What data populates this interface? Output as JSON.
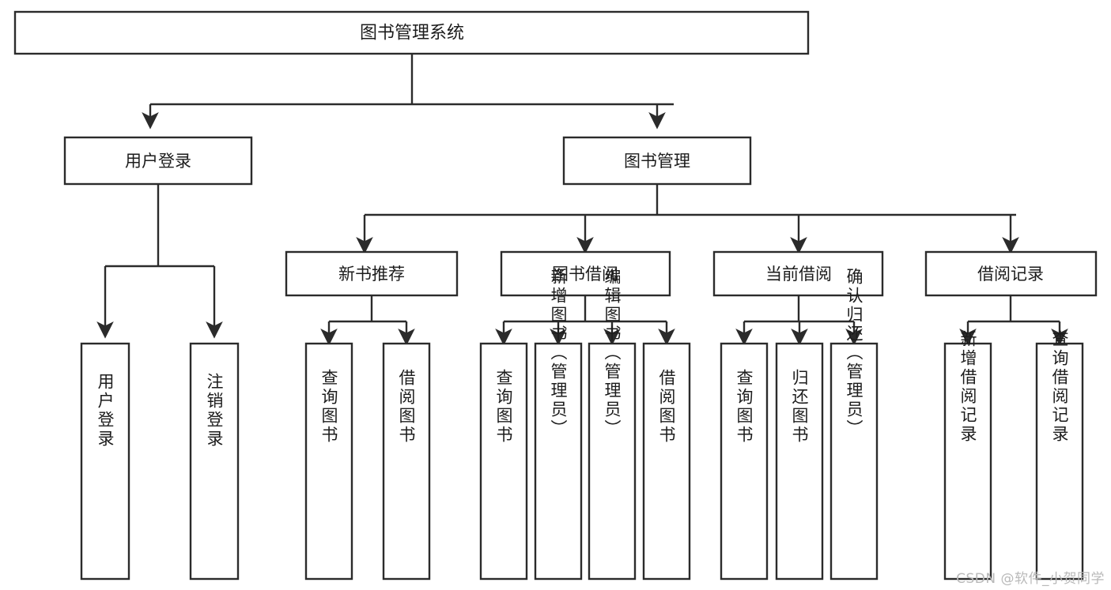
{
  "diagram": {
    "type": "tree",
    "title": "图书管理系统",
    "background_color": "#ffffff",
    "line_color": "#2b2b2b",
    "text_color": "#1c1c1c",
    "root": {
      "label": "图书管理系统"
    },
    "level2": [
      {
        "label": "用户登录"
      },
      {
        "label": "图书管理"
      }
    ],
    "level3": [
      {
        "label": "新书推荐"
      },
      {
        "label": "图书借阅"
      },
      {
        "label": "当前借阅"
      },
      {
        "label": "借阅记录"
      }
    ],
    "leaves": {
      "user_login": [
        {
          "label": "用户登录"
        },
        {
          "label": "注销登录"
        }
      ],
      "new_book_recommend": [
        {
          "label": "查询图书"
        },
        {
          "label": "借阅图书"
        }
      ],
      "book_borrow": [
        {
          "label": "查询图书"
        },
        {
          "label": "新增图书（管理员）"
        },
        {
          "label": "编辑图书（管理员）"
        },
        {
          "label": "借阅图书"
        }
      ],
      "current_borrow": [
        {
          "label": "查询图书"
        },
        {
          "label": "归还图书"
        },
        {
          "label": "确认归还（管理员）"
        }
      ],
      "borrow_record": [
        {
          "label": "新增借阅记录"
        },
        {
          "label": "查询借阅记录"
        }
      ]
    }
  },
  "watermark": {
    "text": "CSDN @软件_小贺同学"
  }
}
